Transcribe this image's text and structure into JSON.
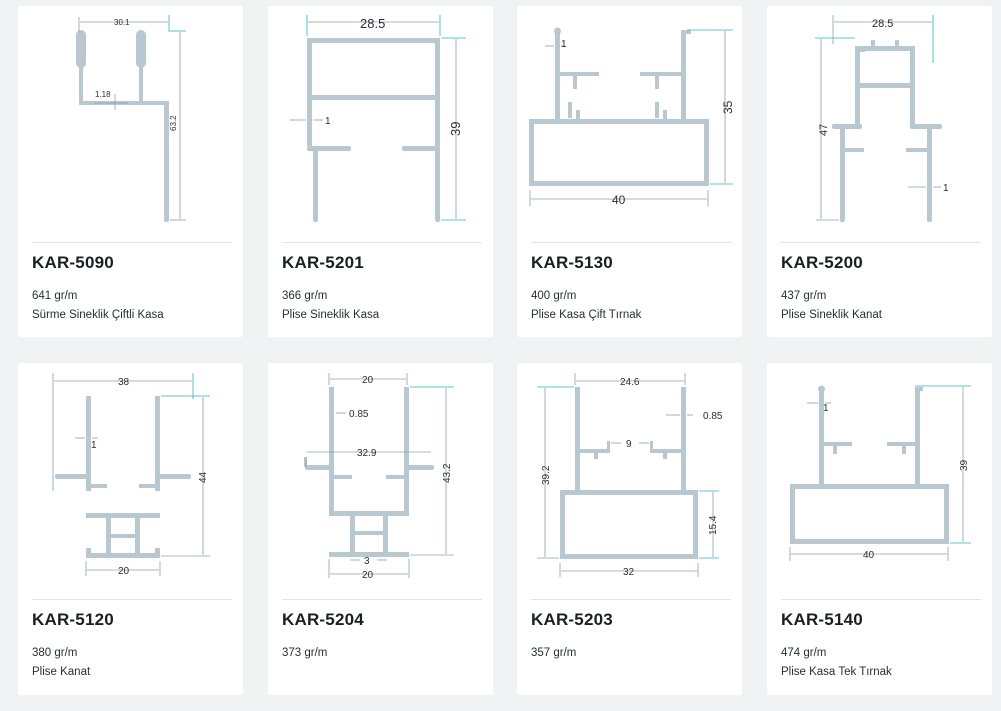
{
  "products": [
    {
      "code": "KAR-5090",
      "weight": "641 gr/m",
      "description": "Sürme Sineklik Çiftli Kasa",
      "dims": {
        "w": "30.1",
        "t": "1.18",
        "h": "63.2"
      }
    },
    {
      "code": "KAR-5201",
      "weight": "366 gr/m",
      "description": "Plise Sineklik Kasa",
      "dims": {
        "w": "28.5",
        "t": "1",
        "h": "39"
      }
    },
    {
      "code": "KAR-5130",
      "weight": "400 gr/m",
      "description": "Plise Kasa Çift Tırnak",
      "dims": {
        "t": "1",
        "h": "35",
        "w": "40"
      }
    },
    {
      "code": "KAR-5200",
      "weight": "437 gr/m",
      "description": "Plise Sineklik Kanat",
      "dims": {
        "w": "28.5",
        "h": "47",
        "t": "1"
      }
    },
    {
      "code": "KAR-5120",
      "weight": "380 gr/m",
      "description": "Plise Kanat",
      "dims": {
        "w": "38",
        "t": "1",
        "h": "44",
        "b": "20"
      }
    },
    {
      "code": "KAR-5204",
      "weight": "373 gr/m",
      "description": "",
      "dims": {
        "w": "20",
        "t": "0.85",
        "m": "32.9",
        "h": "43.2",
        "g": "3",
        "b": "20"
      }
    },
    {
      "code": "KAR-5203",
      "weight": "357 gr/m",
      "description": "",
      "dims": {
        "w": "24.6",
        "t": "0.85",
        "g": "9",
        "h": "39.2",
        "h2": "15.4",
        "b": "32"
      }
    },
    {
      "code": "KAR-5140",
      "weight": "474 gr/m",
      "description": "Plise Kasa Tek Tırnak",
      "dims": {
        "t": "1",
        "h": "39",
        "w": "40"
      }
    }
  ]
}
